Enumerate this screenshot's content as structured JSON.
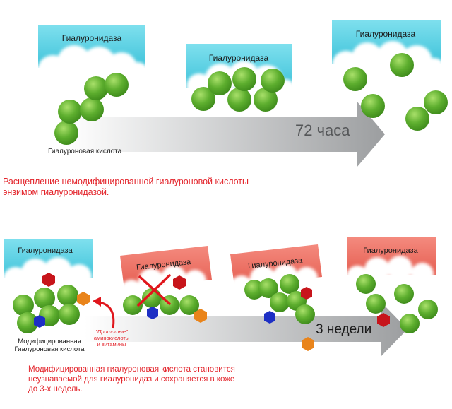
{
  "top_section": {
    "enzyme_label": "Гиалуронидаза",
    "molecule_label": "Гиалуроновая кислота",
    "time_label": "72 часа",
    "caption": "Расщепление немодифицированной гиалуроновой кислоты энзимом гиалуронидазой."
  },
  "bottom_section": {
    "enzyme_label": "Гиалуронидаза",
    "molecule_label_line1": "Модифицированная",
    "molecule_label_line2": "Гиалуроновая кислота",
    "grafted_line1": "\"Пришитые\"",
    "grafted_line2": "аминокислоты",
    "grafted_line3": "и витамины",
    "time_label": "3 недели",
    "caption": "Модифицированная гиалуроновая кислота становится неузнаваемой для гиалуронидаз и сохраняется в коже до 3-х недель."
  },
  "colors": {
    "enzyme_active": "#5fd3e4",
    "enzyme_blocked": "#ee6f63",
    "molecule": "#5dae2e",
    "arrow": "#a9abad",
    "caption_text": "#e3232a",
    "amino_red": "#c7151b",
    "amino_blue": "#1d2fc4",
    "amino_orange": "#e9841b",
    "cross": "#e0161c"
  }
}
